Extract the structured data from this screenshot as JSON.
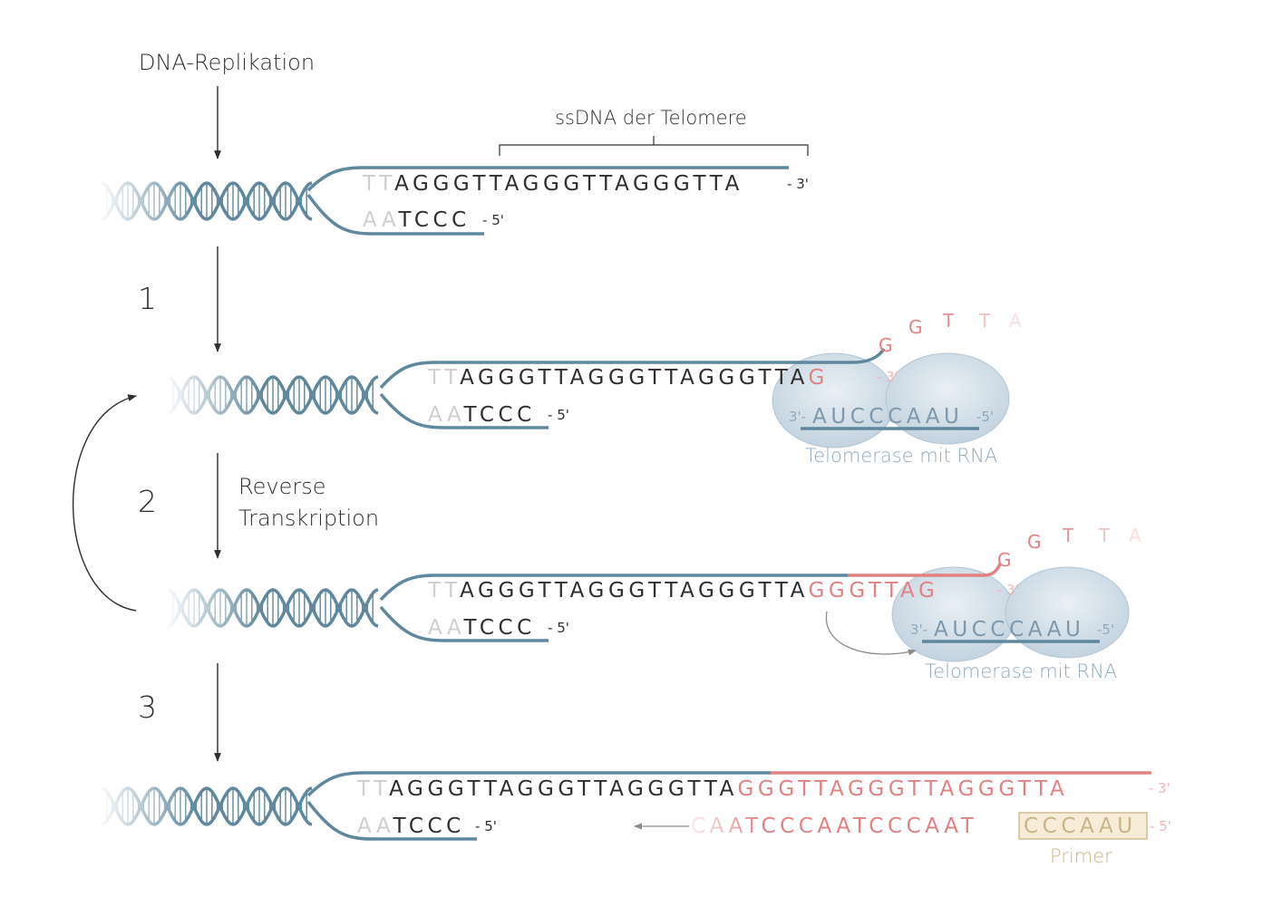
{
  "labels": {
    "dna_replication": "DNA-Replikation",
    "ssdna_bracket": "ssDNA der Telomere",
    "reverse_transcription": [
      "Reverse",
      "Transkription"
    ],
    "enzyme": "Telomerase mit RNA",
    "primer": "Primer"
  },
  "steps": [
    "1",
    "2",
    "3"
  ],
  "ends": {
    "three_prime": "3'",
    "five_prime": "5'"
  },
  "sequences": {
    "repeat_top": "TTAGGGTTAGGGTTAGGGTTA",
    "repeat_bottom": "AATCCC",
    "new_nucleotide": "G",
    "incoming": [
      "G",
      "G",
      "T",
      "T",
      "A"
    ],
    "extension": "GGGTTAG",
    "rna_template": "AUCCCAAU",
    "extended_top_added": "GGGTTAGGGTTAGGGTTA",
    "new_strand": "CAATCCCAATCCCAAT",
    "primer_seq": "CCCAAU"
  },
  "colors": {
    "dna_strand": "#5f879d",
    "new_dna": "#e28082",
    "enzyme_fill": "#cad8e3",
    "enzyme_text": "#8fa9bd",
    "primer": "#c9b486",
    "text": "#2e2e2e"
  }
}
